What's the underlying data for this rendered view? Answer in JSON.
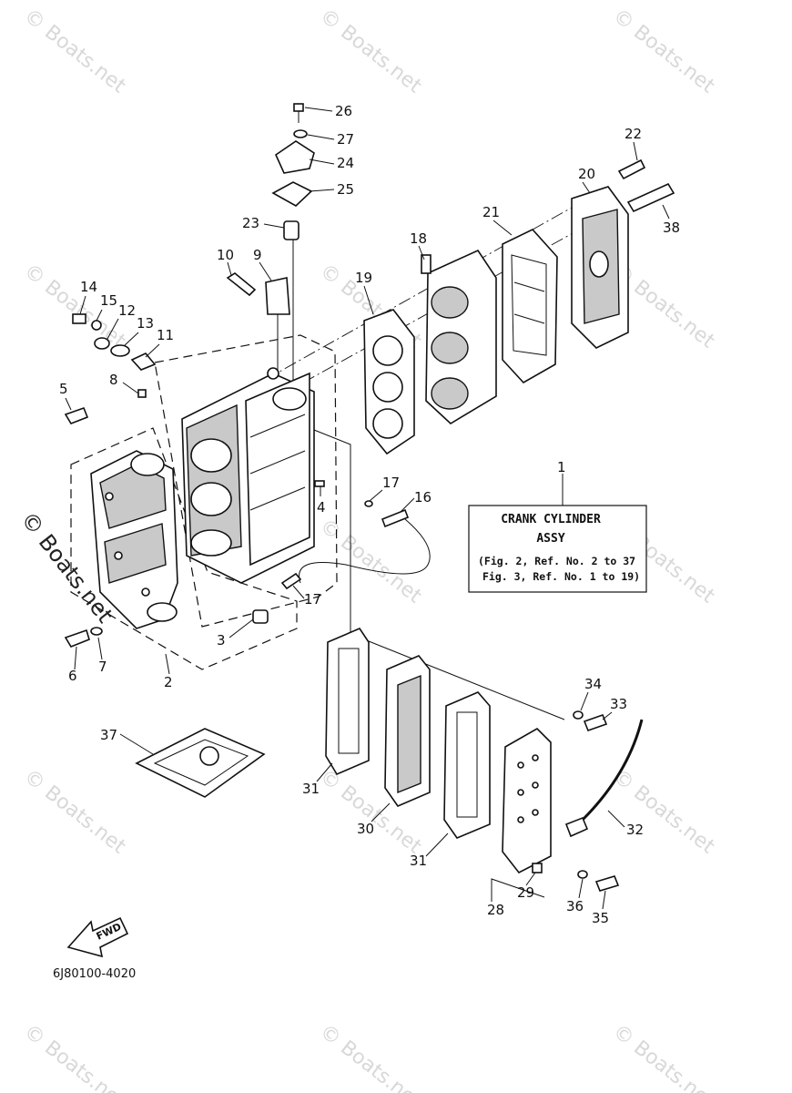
{
  "watermark": "© Boats.net",
  "title_box": {
    "line1": "CRANK CYLINDER",
    "line2": "ASSY",
    "line3": "(Fig. 2, Ref. No. 2 to 37",
    "line4": "Fig. 3, Ref. No. 1 to 19)"
  },
  "fwd_label": "FWD",
  "diagram_code": "6J80100-4020",
  "callouts": {
    "c1": "1",
    "c2": "2",
    "c3": "3",
    "c4": "4",
    "c5": "5",
    "c6": "6",
    "c7": "7",
    "c8": "8",
    "c9": "9",
    "c10": "10",
    "c11": "11",
    "c12": "12",
    "c13": "13",
    "c14": "14",
    "c15": "15",
    "c16": "16",
    "c17a": "17",
    "c17b": "17",
    "c18": "18",
    "c19": "19",
    "c20": "20",
    "c21": "21",
    "c22": "22",
    "c23": "23",
    "c24": "24",
    "c25": "25",
    "c26": "26",
    "c27": "27",
    "c28": "28",
    "c29": "29",
    "c30": "30",
    "c31a": "31",
    "c31b": "31",
    "c32": "32",
    "c33": "33",
    "c34": "34",
    "c35": "35",
    "c36": "36",
    "c37": "37",
    "c38": "38"
  }
}
